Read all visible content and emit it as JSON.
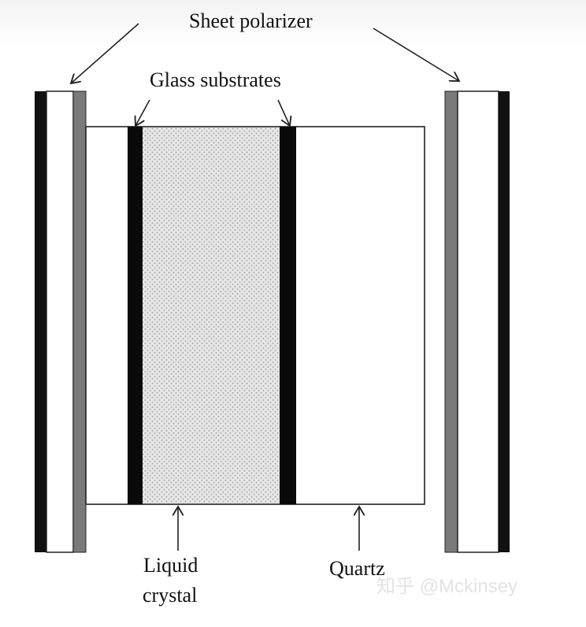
{
  "labels": {
    "sheet_polarizer": "Sheet polarizer",
    "glass_substrates": "Glass substrates",
    "liquid_line1": "Liquid",
    "liquid_line2": "crystal",
    "quartz": "Quartz"
  },
  "watermark": "知乎 @Mckinsey",
  "colors": {
    "polarizer_dark": "#111111",
    "polarizer_gray": "#7a7a7a",
    "glass": "#0a0a0a",
    "liquid_fill": "#e6e6e6",
    "liquid_dots": "#9a9a9a",
    "outline": "#222222"
  }
}
